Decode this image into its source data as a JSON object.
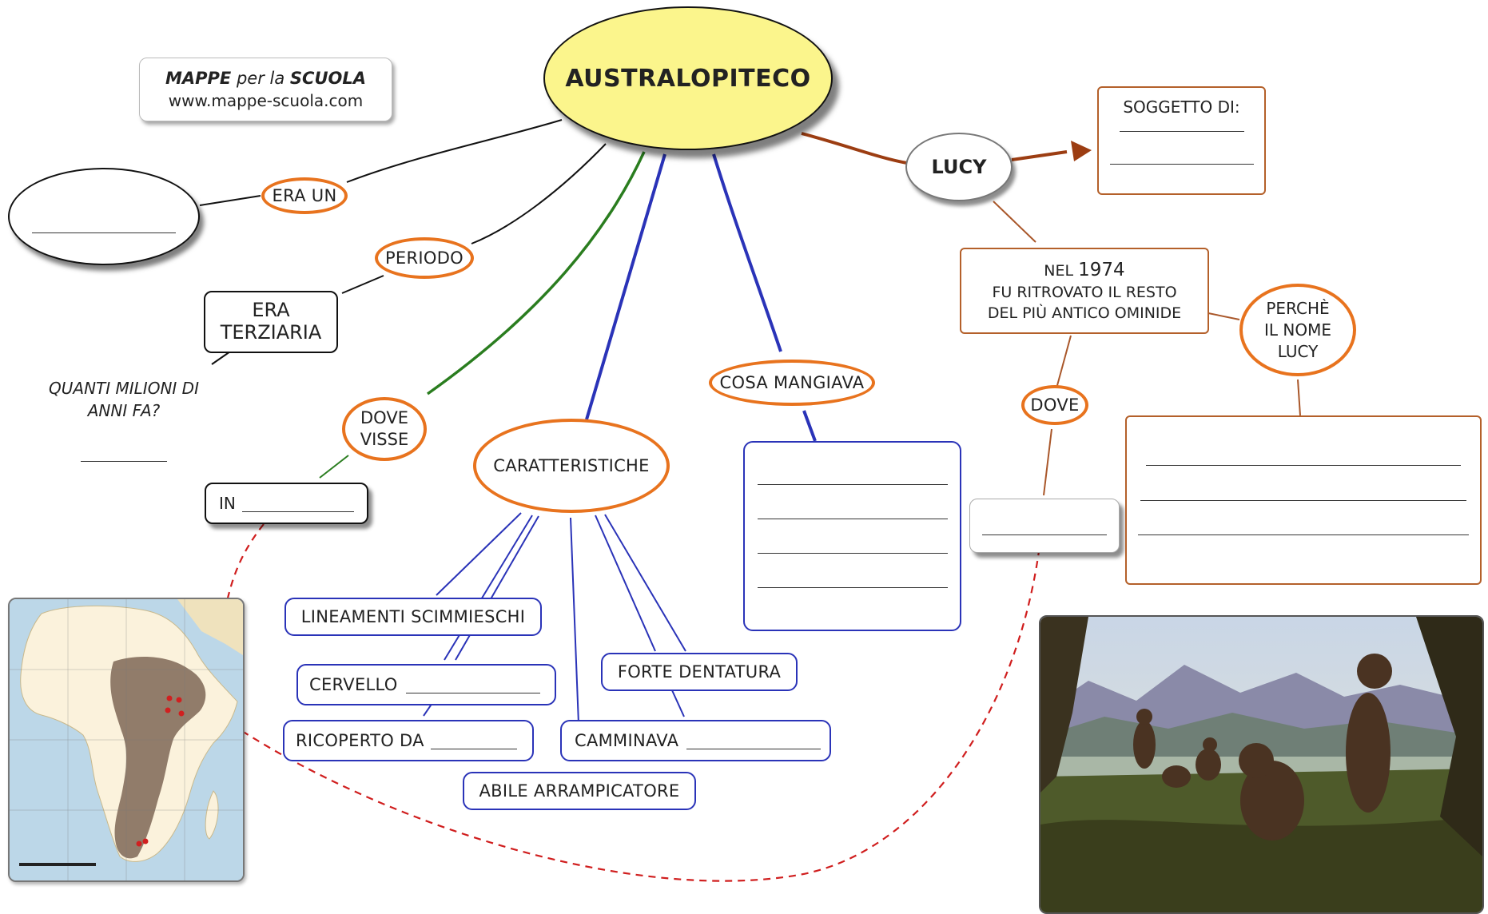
{
  "brand": {
    "line1_bold1": "MAPPE",
    "line1_mid": "per la",
    "line1_bold2": "SCUOLA",
    "url": "www.mappe-scuola.com"
  },
  "central": {
    "title": "AUSTRALOPITECO"
  },
  "left": {
    "era_un": "ERA UN",
    "periodo": "PERIODO",
    "era_terziaria": [
      "ERA",
      "TERZIARIA"
    ],
    "quanti": [
      "QUANTI MILIONI DI",
      "ANNI FA?"
    ],
    "dove_visse": [
      "DOVE",
      "VISSE"
    ],
    "in_label": "IN"
  },
  "center": {
    "caratteristiche": "CARATTERISTICHE",
    "items": {
      "lineamenti": "LINEAMENTI SCIMMIESCHI",
      "cervello": "CERVELLO",
      "ricoperto": "RICOPERTO DA",
      "forte": "FORTE DENTATURA",
      "camminava": "CAMMINAVA",
      "abile": "ABILE ARRAMPICATORE"
    },
    "cosa_mangiava": "COSA MANGIAVA"
  },
  "right": {
    "lucy": "LUCY",
    "soggetto": "SOGGETTO DI:",
    "nel_1974": {
      "prefix": "NEL",
      "year": "1974",
      "line2": "FU RITROVATO IL RESTO",
      "line3": "DEL PIÙ ANTICO OMINIDE"
    },
    "dove": "DOVE",
    "perche": [
      "PERCHÈ",
      "IL NOME",
      "LUCY"
    ]
  },
  "colors": {
    "central_fill": "#fbf58c",
    "orange": "#e8731e",
    "blue": "#2a33b8",
    "brown": "#b4602a",
    "green": "#2a7d1f",
    "red_dashed": "#d01e1e"
  },
  "images": {
    "map": "africa-distribution-map",
    "scene": "australopithecus-illustration"
  }
}
